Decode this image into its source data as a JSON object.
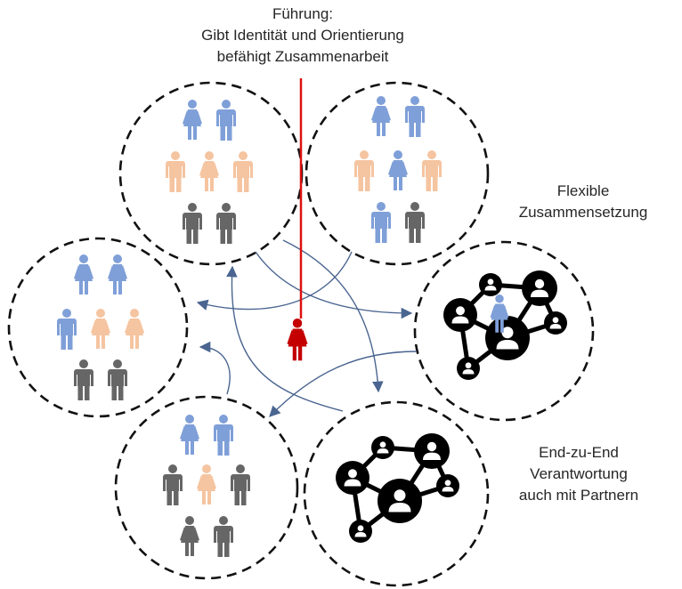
{
  "title": {
    "lines": [
      "Führung:",
      "Gibt Identität und Orientierung",
      "befähigt Zusammenarbeit"
    ]
  },
  "labels": {
    "flexible": [
      "Flexible",
      "Zusammensetzung"
    ],
    "end_to_end": [
      "End-zu-End",
      "Verantwortung",
      "auch mit Partnern"
    ]
  },
  "colors": {
    "blue": "#7f9fd8",
    "peach": "#f5c4a0",
    "gray": "#666666",
    "red": "#c40000",
    "arrow": "#4a6590",
    "network": "#000000"
  },
  "leader": {
    "gender": "female",
    "color": "red"
  },
  "teams": [
    {
      "id": "team-top-left",
      "rows": [
        [
          {
            "g": "f",
            "c": "blue"
          },
          {
            "g": "m",
            "c": "blue"
          }
        ],
        [
          {
            "g": "m",
            "c": "peach"
          },
          {
            "g": "f",
            "c": "peach"
          },
          {
            "g": "m",
            "c": "peach"
          }
        ],
        [
          {
            "g": "m",
            "c": "gray"
          },
          {
            "g": "m",
            "c": "gray"
          }
        ]
      ]
    },
    {
      "id": "team-top-right",
      "rows": [
        [
          {
            "g": "f",
            "c": "blue"
          },
          {
            "g": "m",
            "c": "blue"
          }
        ],
        [
          {
            "g": "m",
            "c": "peach"
          },
          {
            "g": "f",
            "c": "blue"
          },
          {
            "g": "m",
            "c": "peach"
          }
        ],
        [
          {
            "g": "m",
            "c": "blue"
          },
          {
            "g": "m",
            "c": "gray"
          }
        ]
      ]
    },
    {
      "id": "team-left",
      "rows": [
        [
          {
            "g": "f",
            "c": "blue"
          },
          {
            "g": "f",
            "c": "blue"
          }
        ],
        [
          {
            "g": "m",
            "c": "blue"
          },
          {
            "g": "f",
            "c": "peach"
          },
          {
            "g": "f",
            "c": "peach"
          }
        ],
        [
          {
            "g": "m",
            "c": "gray"
          },
          {
            "g": "m",
            "c": "gray"
          }
        ]
      ]
    },
    {
      "id": "team-bottom-left",
      "rows": [
        [
          {
            "g": "f",
            "c": "blue"
          },
          {
            "g": "m",
            "c": "blue"
          }
        ],
        [
          {
            "g": "m",
            "c": "gray"
          },
          {
            "g": "f",
            "c": "peach"
          },
          {
            "g": "m",
            "c": "gray"
          }
        ],
        [
          {
            "g": "f",
            "c": "gray"
          },
          {
            "g": "m",
            "c": "gray"
          }
        ]
      ]
    }
  ],
  "networks": [
    {
      "id": "network-right",
      "embedded_person": {
        "g": "f",
        "c": "blue"
      }
    },
    {
      "id": "network-bottom-right",
      "embedded_person": null
    }
  ]
}
